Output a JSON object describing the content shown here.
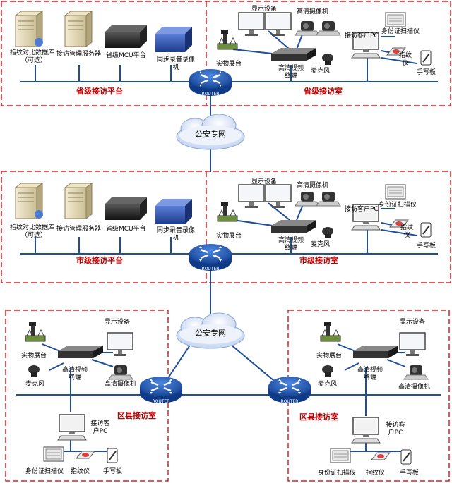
{
  "cloud_label": "公安专网",
  "router_label": "ROUTER",
  "provincial": {
    "platform": "省级接访平台",
    "room": "省级接访室",
    "fingerprint_db": "指纹对比数据库",
    "optional": "（可选）",
    "server": "接访管理服务器",
    "mcu": "省级MCU平台",
    "recorder": "同步录音录像机",
    "display": "显示设备",
    "camera": "高清摄像机",
    "booth": "实物展台",
    "terminal": "高清视频终端",
    "mic": "麦克风",
    "pc": "接访客户PC",
    "id_scanner": "身份证扫描仪",
    "finger": "指纹仪",
    "pad": "手写板"
  },
  "city": {
    "platform": "市级接访平台",
    "room": "市级接访室",
    "fingerprint_db": "指纹对比数据库",
    "optional": "（可选）",
    "server": "接访管理服务器",
    "mcu": "省级MCU平台",
    "recorder": "同步录音录像机",
    "display": "显示设备",
    "camera": "高清摄像机",
    "booth": "实物展台",
    "terminal": "高清视频终端",
    "mic": "麦克风",
    "pc": "接访客户PC",
    "id_scanner": "身份证扫描仪",
    "finger": "指纹仪",
    "pad": "手写板"
  },
  "county_left": {
    "room": "区县接访室",
    "display": "显示设备",
    "booth": "实物展台",
    "terminal": "高清视频终端",
    "mic": "麦克风",
    "camera": "高清摄像机",
    "pc": "接访客户PC",
    "id_scanner": "身份证扫描仪",
    "finger": "指纹仪",
    "pad": "手写板"
  },
  "county_right": {
    "room": "区县接访室",
    "display": "显示设备",
    "booth": "实物展台",
    "terminal": "高清视频终端",
    "mic": "麦克风",
    "camera": "高清摄像机",
    "pc": "接访客户PC",
    "id_scanner": "身份证扫描仪",
    "finger": "指纹仪",
    "pad": "手写板"
  },
  "colors": {
    "line": "#1f4e9a",
    "dash": "#d62020",
    "router": "#1f5bb5"
  }
}
